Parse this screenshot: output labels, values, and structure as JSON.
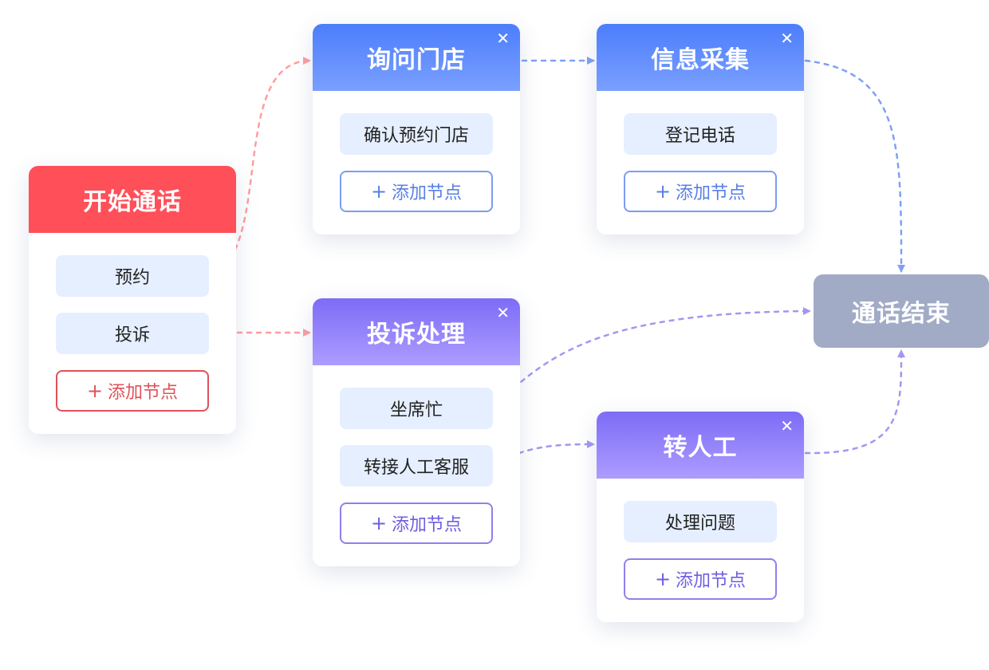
{
  "colors": {
    "start": "#ff4f58",
    "blue": "#5b87fb",
    "purple": "#8c7cf6",
    "end": "#a1abc6",
    "item_bg": "#e5efff"
  },
  "icons": {
    "close": "close-icon",
    "plus": "plus-icon"
  },
  "nodes": {
    "start": {
      "title": "开始通话",
      "items": [
        "预约",
        "投诉"
      ],
      "add_label": "添加节点"
    },
    "inquire_store": {
      "title": "询问门店",
      "items": [
        "确认预约门店"
      ],
      "add_label": "添加节点"
    },
    "info_collect": {
      "title": "信息采集",
      "items": [
        "登记电话"
      ],
      "add_label": "添加节点"
    },
    "complaint": {
      "title": "投诉处理",
      "items": [
        "坐席忙",
        "转接人工客服"
      ],
      "add_label": "添加节点"
    },
    "transfer": {
      "title": "转人工",
      "items": [
        "处理问题"
      ],
      "add_label": "添加节点"
    },
    "end": {
      "title": "通话结束"
    }
  },
  "edges": [
    {
      "from": "start.items.0",
      "to": "inquire_store",
      "color": "#ff9d9f"
    },
    {
      "from": "start.items.1",
      "to": "complaint",
      "color": "#ff9d9f"
    },
    {
      "from": "inquire_store",
      "to": "info_collect",
      "color": "#7ea1f7"
    },
    {
      "from": "info_collect",
      "to": "end",
      "color": "#7ea1f7"
    },
    {
      "from": "complaint.items.0",
      "to": "end",
      "color": "#a397f2"
    },
    {
      "from": "complaint.items.1",
      "to": "transfer",
      "color": "#a397f2"
    },
    {
      "from": "transfer",
      "to": "end",
      "color": "#a397f2"
    }
  ]
}
